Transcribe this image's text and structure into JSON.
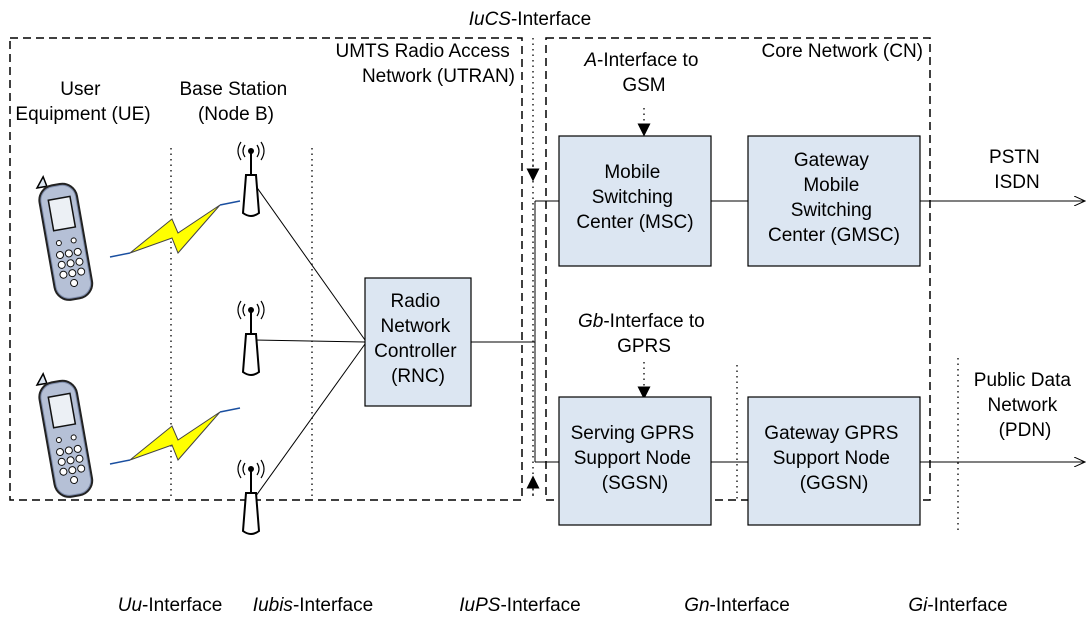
{
  "interfaces": {
    "iucs": {
      "name": "IuCS",
      "suffix": "-Interface"
    },
    "uu": {
      "name": "Uu",
      "suffix": "-Interface"
    },
    "iubis": {
      "name": "Iubis",
      "suffix": "-Interface"
    },
    "iups": {
      "name": "IuPS",
      "suffix": "-Interface"
    },
    "gn": {
      "name": "Gn",
      "suffix": "-Interface"
    },
    "gi": {
      "name": "Gi",
      "suffix": "-Interface"
    },
    "a_gsm": {
      "name": "A",
      "suffix": "-Interface to",
      "line2": "GSM"
    },
    "gb_gprs": {
      "name": "Gb",
      "suffix": "-Interface to",
      "line2": "GPRS"
    }
  },
  "regions": {
    "utran": [
      "UMTS Radio Access",
      "Network (UTRAN)"
    ],
    "core": [
      "Core Network (CN)"
    ]
  },
  "columns": {
    "ue": [
      "User",
      "Equipment (UE)"
    ],
    "base_station": [
      "Base Station",
      "(Node B)"
    ]
  },
  "nodes": {
    "rnc": [
      "Radio",
      "Network",
      "Controller",
      "(RNC)"
    ],
    "msc": [
      "Mobile",
      "Switching",
      "Center (MSC)"
    ],
    "gmsc": [
      "Gateway",
      "Mobile",
      "Switching",
      "Center (GMSC)"
    ],
    "sgsn": [
      "Serving GPRS",
      "Support Node",
      "(SGSN)"
    ],
    "ggsn": [
      "Gateway GPRS",
      "Support Node",
      "(GGSN)"
    ]
  },
  "external": {
    "pstn": [
      "PSTN",
      "ISDN"
    ],
    "pdn": [
      "Public Data",
      "Network",
      "(PDN)"
    ]
  },
  "colors": {
    "node_fill": "#dce6f2",
    "lightning": "#ffff00",
    "phone_body": "#7f8dac"
  }
}
